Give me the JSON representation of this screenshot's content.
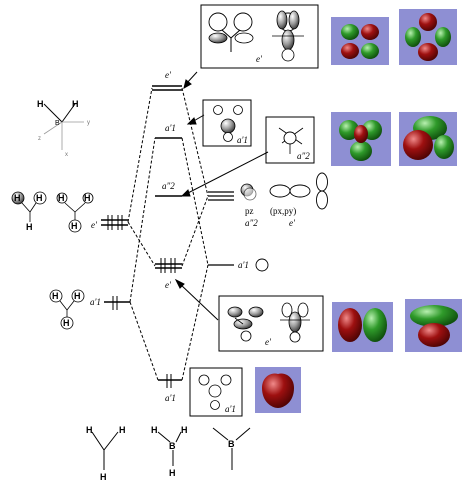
{
  "labels": {
    "e_prime": "e'",
    "a1_prime": "a'1",
    "a2_double_prime": "a\"2",
    "pz": "pz",
    "px_py": "(px,py)",
    "e_prime_pxpy": "e'",
    "a2_double_prime_pz": "a\"2"
  },
  "atoms": {
    "H": "H",
    "B": "B",
    "x": "x",
    "y": "y",
    "z": "z"
  },
  "colors": {
    "mo_background": "#8e8fd3",
    "lobe_green": "#1e8a1e",
    "lobe_red": "#8a0a0a",
    "line": "#000000"
  }
}
